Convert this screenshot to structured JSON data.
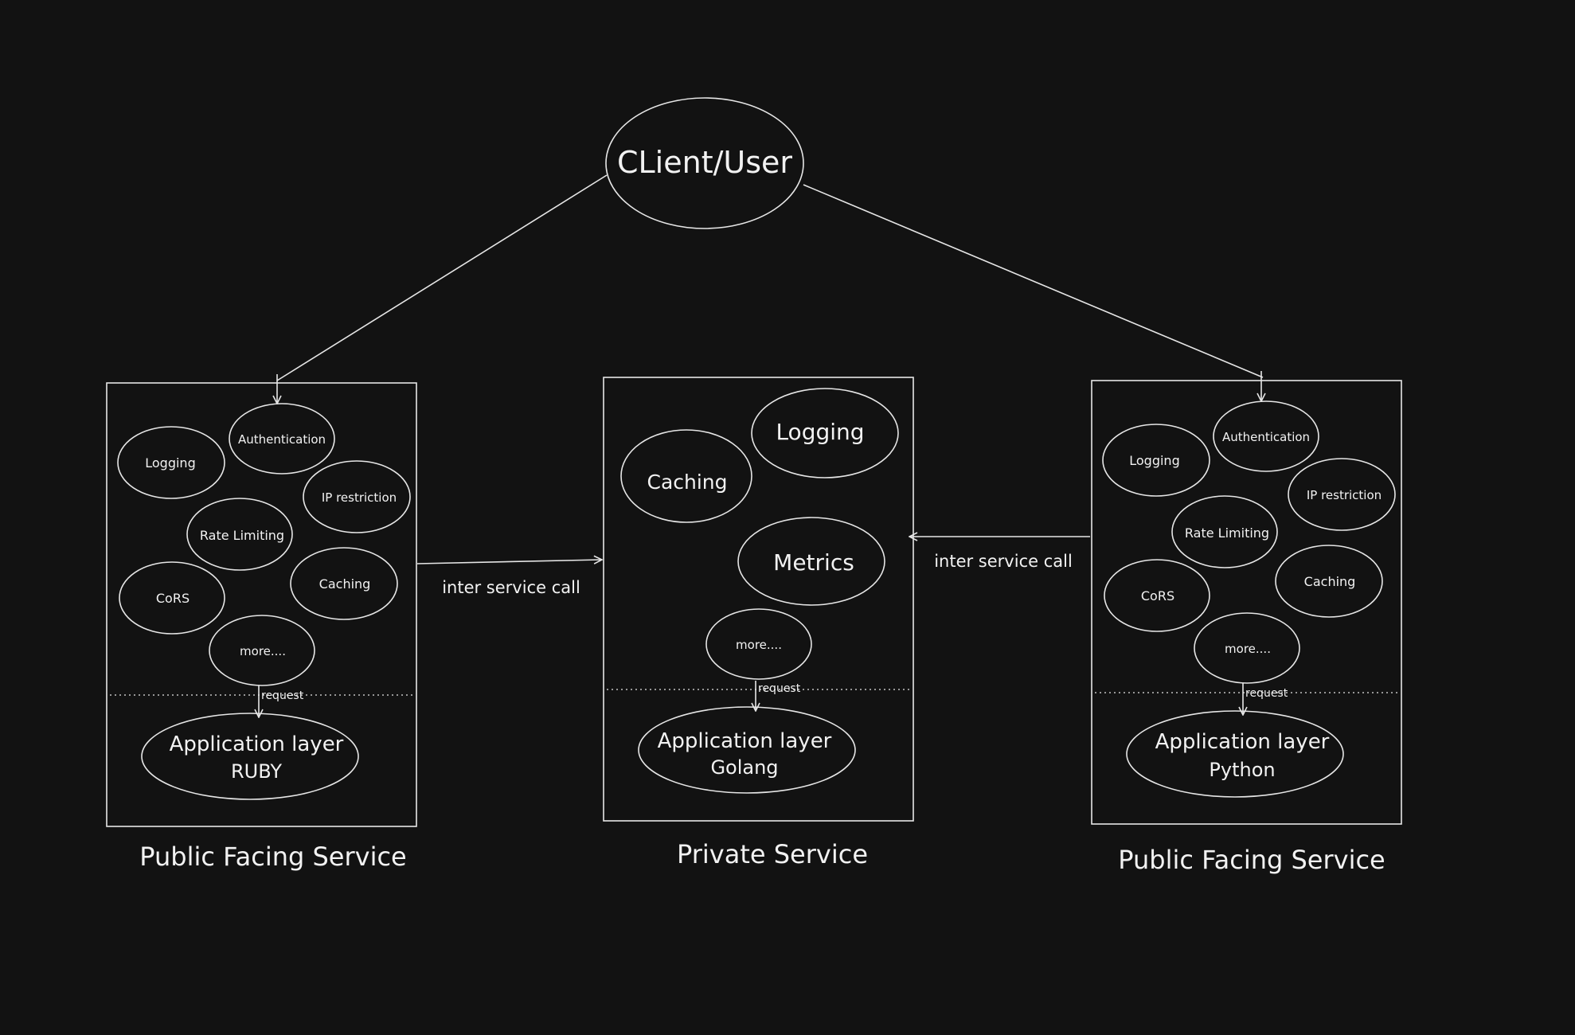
{
  "colors": {
    "background": "#121212",
    "stroke": "#e6e6e6",
    "text": "#f2f2f2"
  },
  "client": {
    "label": "CLient/User"
  },
  "edge_labels": {
    "inter_service_call_left": "inter service call",
    "inter_service_call_right": "inter service call"
  },
  "services": [
    {
      "title": "Public Facing Service",
      "middleware": [
        "Authentication",
        "Logging",
        "IP restriction",
        "Rate Limiting",
        "Caching",
        "CoRS",
        "more...."
      ],
      "request_label": "request",
      "app_layer": {
        "line1": "Application layer",
        "line2": "RUBY"
      }
    },
    {
      "title": "Private Service",
      "middleware": [
        "Logging",
        "Caching",
        "Metrics",
        "more...."
      ],
      "request_label": "request",
      "app_layer": {
        "line1": "Application layer",
        "line2": "Golang"
      }
    },
    {
      "title": "Public Facing Service",
      "middleware": [
        "Authentication",
        "Logging",
        "IP restriction",
        "Rate Limiting",
        "Caching",
        "CoRS",
        "more...."
      ],
      "request_label": "request",
      "app_layer": {
        "line1": "Application layer",
        "line2": "Python"
      }
    }
  ]
}
